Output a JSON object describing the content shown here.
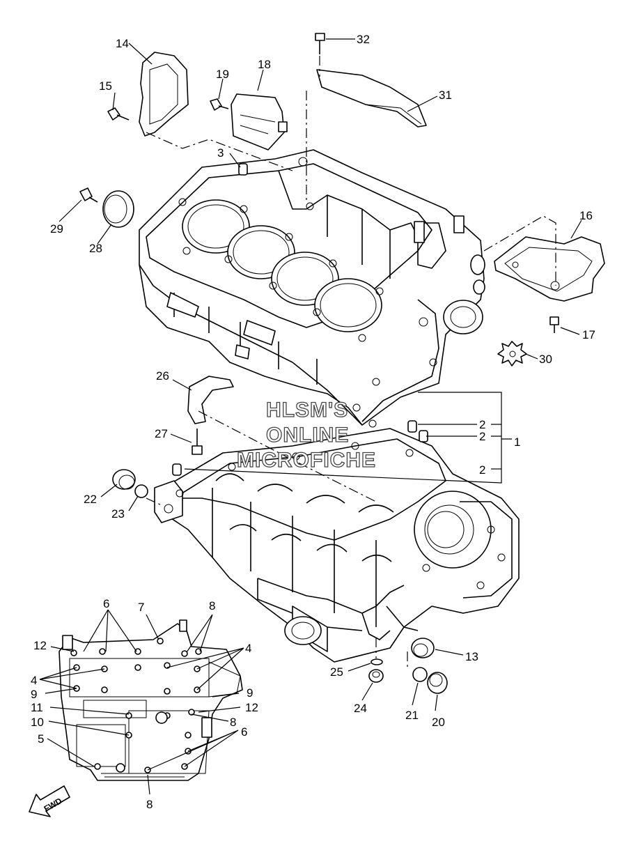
{
  "labels": {
    "p1": "1",
    "p2a": "2",
    "p2b": "2",
    "p2c": "2",
    "p3": "3",
    "p4a": "4",
    "p4b": "4",
    "p5": "5",
    "p6a": "6",
    "p6b": "6",
    "p7": "7",
    "p8a": "8",
    "p8b": "8",
    "p8c": "8",
    "p9a": "9",
    "p9b": "9",
    "p10": "10",
    "p11": "11",
    "p12a": "12",
    "p12b": "12",
    "p13": "13",
    "p14": "14",
    "p15": "15",
    "p16": "16",
    "p17": "17",
    "p18": "18",
    "p19": "19",
    "p20": "20",
    "p21": "21",
    "p22": "22",
    "p23": "23",
    "p24": "24",
    "p25": "25",
    "p26": "26",
    "p27": "27",
    "p28": "28",
    "p29": "29",
    "p30": "30",
    "p31": "31",
    "p32": "32"
  },
  "watermark": {
    "line1": "HLSM'S",
    "line2": "ONLINE",
    "line3": "MICROFICHE"
  },
  "direction_arrow": "FWD"
}
